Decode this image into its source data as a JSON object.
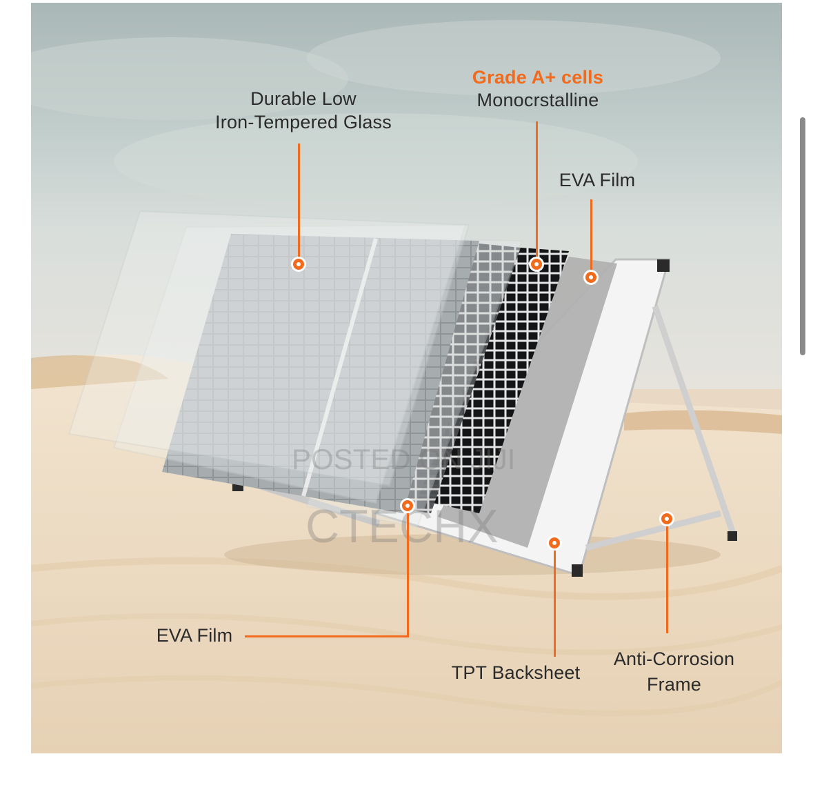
{
  "labels": {
    "glass_line1": "Durable Low",
    "glass_line2": "Iron-Tempered Glass",
    "cells_title": "Grade A+ cells",
    "cells_sub": "Monocrstalline",
    "eva_top": "EVA Film",
    "eva_bottom": "EVA Film",
    "tpt": "TPT Backsheet",
    "frame_line1": "Anti-Corrosion",
    "frame_line2": "Frame"
  },
  "watermarks": {
    "posted": "POSTED ON JIJI",
    "brand": "CTECHX"
  },
  "colors": {
    "accent": "#f26a1b",
    "text": "#2b2b2b",
    "sky": "#b8c6c4",
    "sand": "#eedcc4"
  }
}
